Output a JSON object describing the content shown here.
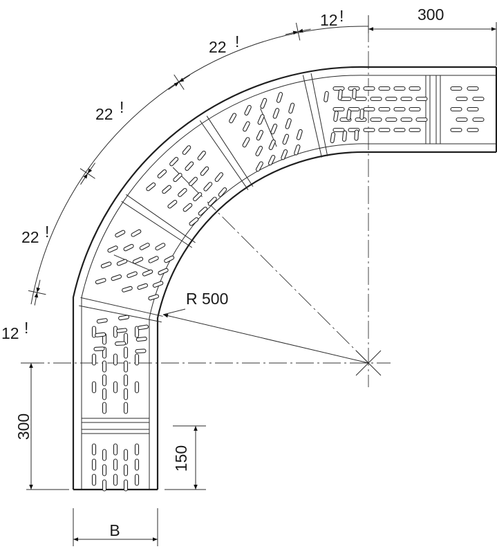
{
  "dimensions": {
    "top_length": "300",
    "side_length": "300",
    "radius": "R 500",
    "segment_spacing": "150",
    "width": "B",
    "angles": [
      "12",
      "22",
      "22",
      "22",
      "12"
    ],
    "angle_mark": "!"
  },
  "colors": {
    "line": "#1f1f1f",
    "background": "#ffffff"
  }
}
